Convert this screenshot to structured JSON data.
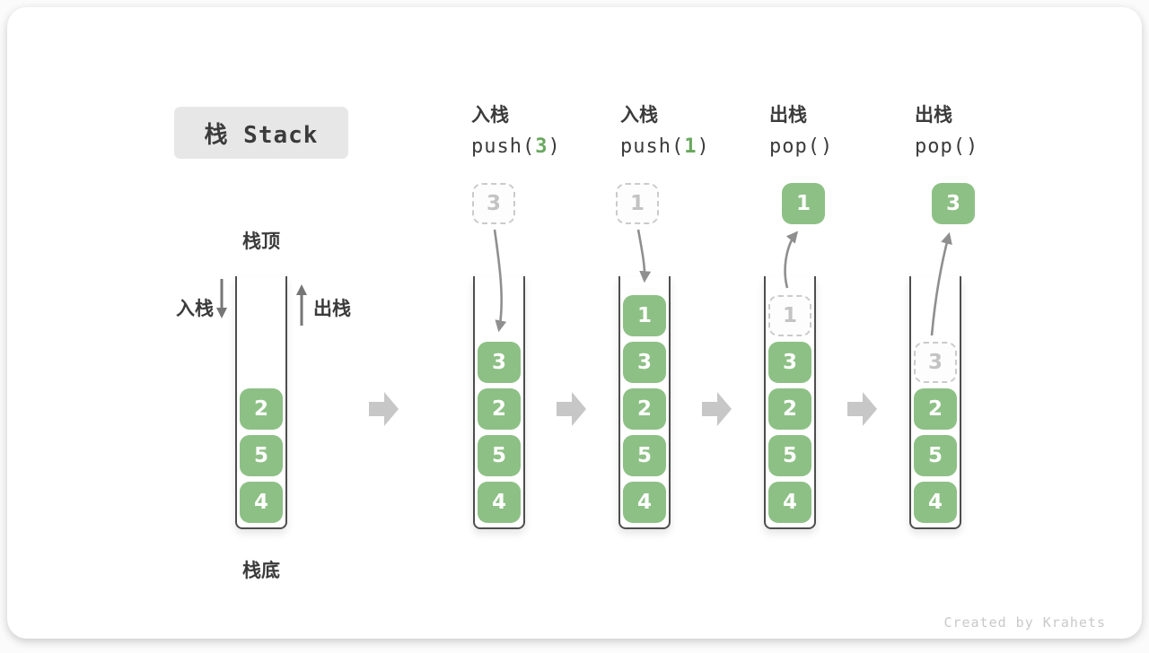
{
  "title": {
    "text": "栈 Stack"
  },
  "annotations": {
    "stack_top": "栈顶",
    "stack_bottom": "栈底",
    "push_side": "入栈",
    "pop_side": "出栈",
    "credit": "Created by Krahets"
  },
  "colors": {
    "cell_green": "#8DC085",
    "code_green": "#69A75E",
    "text_dark": "#3B3B3B",
    "ghost_border": "#CBCBCB",
    "ghost_text": "#C3C3C3",
    "curve_arrow": "#8F8F8F",
    "side_arrow": "#767676",
    "block_arrow": "#C7C7C7",
    "wall": "#4E4E4E",
    "title_bg": "#E7E7E7",
    "credit": "#C9C9C9"
  },
  "columns": [
    {
      "op_label": "",
      "op_code": null,
      "floating": null,
      "cells": [
        {
          "value": "2",
          "variant": "solid"
        },
        {
          "value": "5",
          "variant": "solid"
        },
        {
          "value": "4",
          "variant": "solid"
        }
      ]
    },
    {
      "op_label": "入栈",
      "op_code": {
        "prefix": "push(",
        "arg": "3",
        "suffix": ")"
      },
      "floating": {
        "value": "3",
        "variant": "ghost"
      },
      "cells": [
        {
          "value": "3",
          "variant": "solid"
        },
        {
          "value": "2",
          "variant": "solid"
        },
        {
          "value": "5",
          "variant": "solid"
        },
        {
          "value": "4",
          "variant": "solid"
        }
      ]
    },
    {
      "op_label": "入栈",
      "op_code": {
        "prefix": "push(",
        "arg": "1",
        "suffix": ")"
      },
      "floating": {
        "value": "1",
        "variant": "ghost"
      },
      "cells": [
        {
          "value": "1",
          "variant": "solid"
        },
        {
          "value": "3",
          "variant": "solid"
        },
        {
          "value": "2",
          "variant": "solid"
        },
        {
          "value": "5",
          "variant": "solid"
        },
        {
          "value": "4",
          "variant": "solid"
        }
      ]
    },
    {
      "op_label": "出栈",
      "op_code": {
        "prefix": "pop()",
        "arg": "",
        "suffix": ""
      },
      "floating": {
        "value": "1",
        "variant": "solid"
      },
      "cells": [
        {
          "value": "1",
          "variant": "ghost"
        },
        {
          "value": "3",
          "variant": "solid"
        },
        {
          "value": "2",
          "variant": "solid"
        },
        {
          "value": "5",
          "variant": "solid"
        },
        {
          "value": "4",
          "variant": "solid"
        }
      ]
    },
    {
      "op_label": "出栈",
      "op_code": {
        "prefix": "pop()",
        "arg": "",
        "suffix": ""
      },
      "floating": {
        "value": "3",
        "variant": "solid"
      },
      "cells": [
        {
          "value": "3",
          "variant": "ghost"
        },
        {
          "value": "2",
          "variant": "solid"
        },
        {
          "value": "5",
          "variant": "solid"
        },
        {
          "value": "4",
          "variant": "solid"
        }
      ]
    }
  ]
}
